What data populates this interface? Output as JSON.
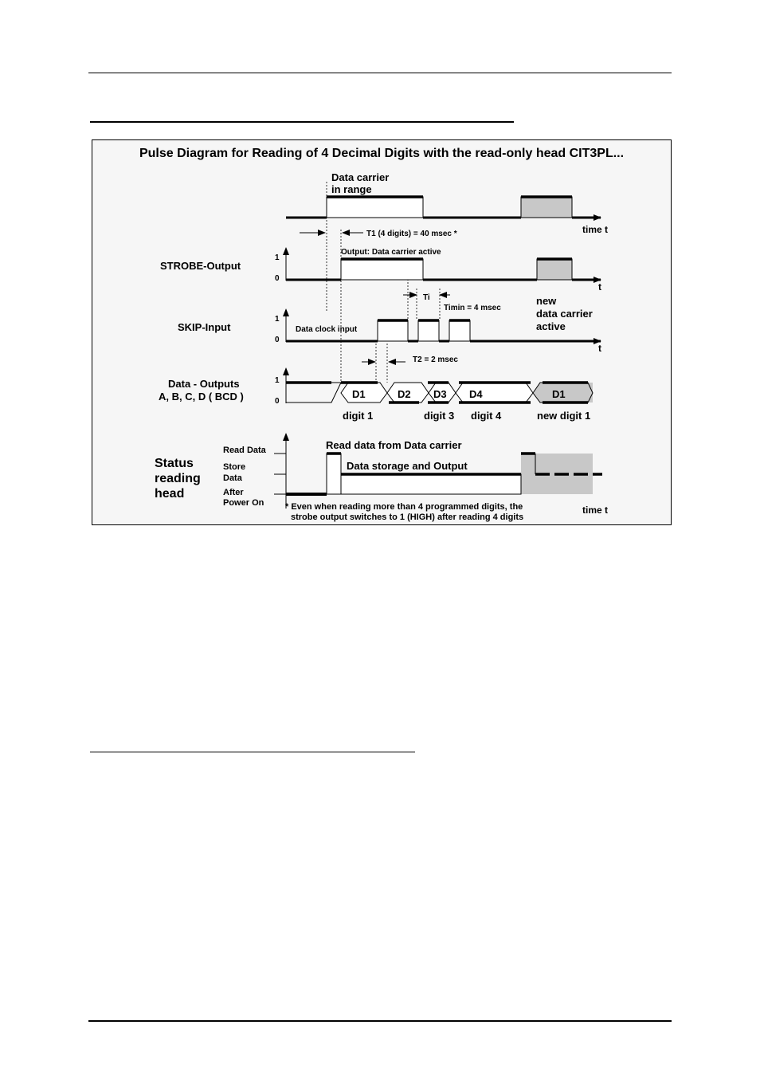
{
  "diagram": {
    "title": "Pulse Diagram for Reading of 4 Decimal Digits with the read-only head CIT3PL...",
    "carrier": {
      "label_line1": "Data carrier",
      "label_line2": "in range",
      "axis_label": "time t",
      "t1_label": "T1 (4 digits) = 40 msec *"
    },
    "strobe": {
      "name": "STROBE-Output",
      "level_1": "1",
      "level_0": "0",
      "axis_label": "t",
      "annotation": "Output: Data carrier active",
      "ti_label": "Ti",
      "timin_label": "Timin = 4 msec",
      "new_line1": "new",
      "new_line2": "data carrier",
      "new_line3": "active"
    },
    "skip": {
      "name": "SKIP-Input",
      "level_1": "1",
      "level_0": "0",
      "axis_label": "t",
      "annotation": "Data clock input",
      "t2_label": "T2 = 2 msec"
    },
    "data_outputs": {
      "name_line1": "Data - Outputs",
      "name_line2": "A, B, C, D  ( BCD )",
      "level_1": "1",
      "level_0": "0",
      "digits": [
        "D1",
        "D2",
        "D3",
        "D4",
        "D1"
      ],
      "labels": [
        "digit 1",
        "digit 3",
        "digit 4",
        "new digit 1"
      ]
    },
    "status": {
      "name_line1": "Status",
      "name_line2": "reading",
      "name_line3": "head",
      "level_read": "Read Data",
      "level_store_1": "Store",
      "level_store_2": "Data",
      "level_after_1": "After",
      "level_after_2": "Power On",
      "read_label": "Read data from Data carrier",
      "store_label": "Data storage and Output",
      "axis_label": "time t",
      "footnote_line1": "* Even when reading more than 4 programmed digits, the",
      "footnote_line2": "strobe output switches to 1 (HIGH) after reading 4 digits"
    }
  }
}
